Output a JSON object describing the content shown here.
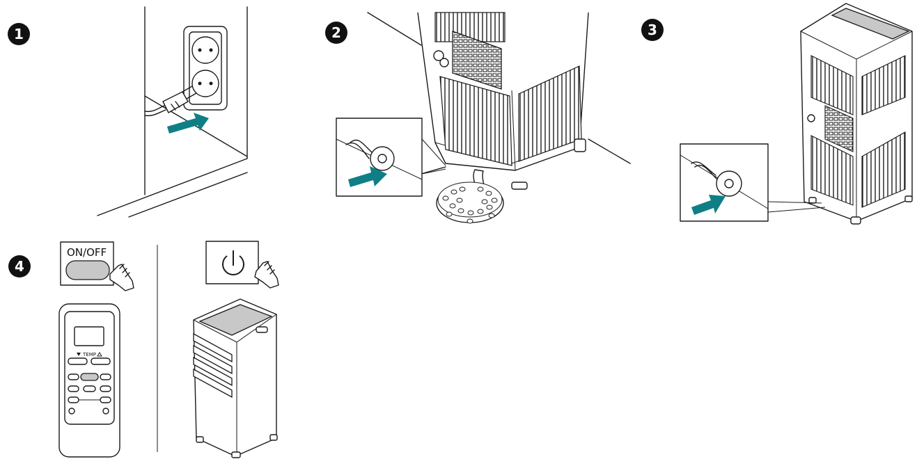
{
  "steps": [
    {
      "number": "1"
    },
    {
      "number": "2"
    },
    {
      "number": "3"
    },
    {
      "number": "4"
    }
  ],
  "step4": {
    "on_off_label": "ON/OFF",
    "remote_temp_label": "TEMP",
    "power_symbol": "power-icon"
  },
  "colors": {
    "arrow": "#0f7f86",
    "badge": "#111111",
    "button_fill": "#c8c8c8"
  },
  "icons": [
    "plug-icon",
    "wall-socket-icon",
    "drain-plug-icon",
    "drain-grate-icon",
    "hand-icon",
    "power-icon",
    "remote-icon",
    "air-conditioner-icon"
  ]
}
